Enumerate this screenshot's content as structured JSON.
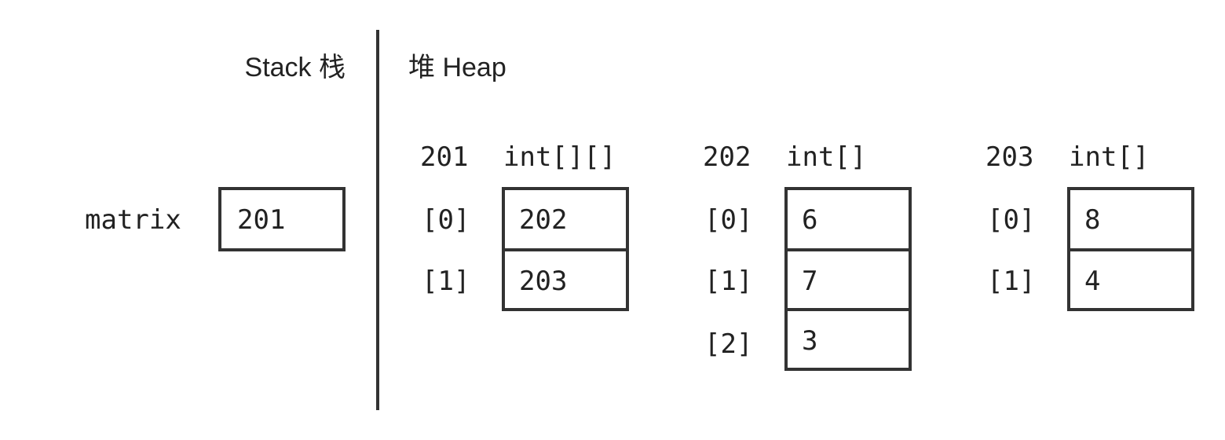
{
  "stack": {
    "title": "Stack 栈",
    "variable": {
      "name": "matrix",
      "value": "201"
    }
  },
  "heap": {
    "title": "堆 Heap",
    "arrays": [
      {
        "address": "201",
        "type": "int[][]",
        "indices": [
          "[0]",
          "[1]"
        ],
        "values": [
          "202",
          "203"
        ]
      },
      {
        "address": "202",
        "type": "int[]",
        "indices": [
          "[0]",
          "[1]",
          "[2]"
        ],
        "values": [
          "6",
          "7",
          "3"
        ]
      },
      {
        "address": "203",
        "type": "int[]",
        "indices": [
          "[0]",
          "[1]"
        ],
        "values": [
          "8",
          "4"
        ]
      }
    ]
  }
}
